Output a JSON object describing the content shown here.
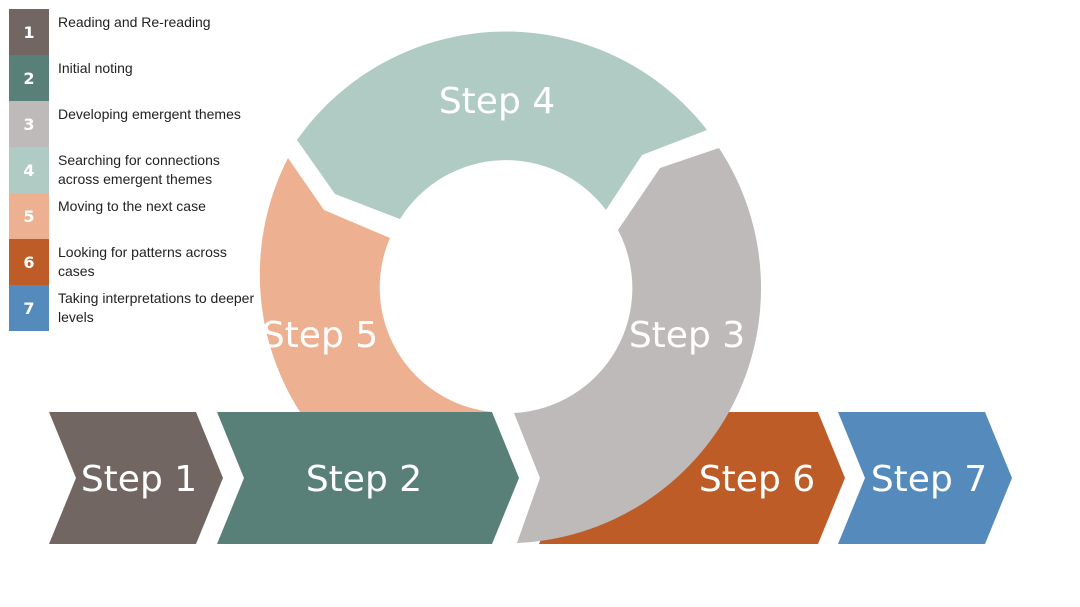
{
  "legend": [
    {
      "number": "1",
      "label": "Reading and Re-reading",
      "color": "#726663"
    },
    {
      "number": "2",
      "label": "Initial noting",
      "color": "#588078"
    },
    {
      "number": "3",
      "label": "Developing emergent themes",
      "color": "#bebab9"
    },
    {
      "number": "4",
      "label": "Searching for connections across emergent themes",
      "color": "#b0cbc3"
    },
    {
      "number": "5",
      "label": "Moving to the next case",
      "color": "#edb191"
    },
    {
      "number": "6",
      "label": "Looking for patterns across cases",
      "color": "#bd5c27"
    },
    {
      "number": "7",
      "label": "Taking interpretations to deeper levels",
      "color": "#558abc"
    }
  ],
  "steps": {
    "step1": "Step 1",
    "step2": "Step 2",
    "step3": "Step 3",
    "step4": "Step 4",
    "step5": "Step 5",
    "step6": "Step 6",
    "step7": "Step 7"
  }
}
